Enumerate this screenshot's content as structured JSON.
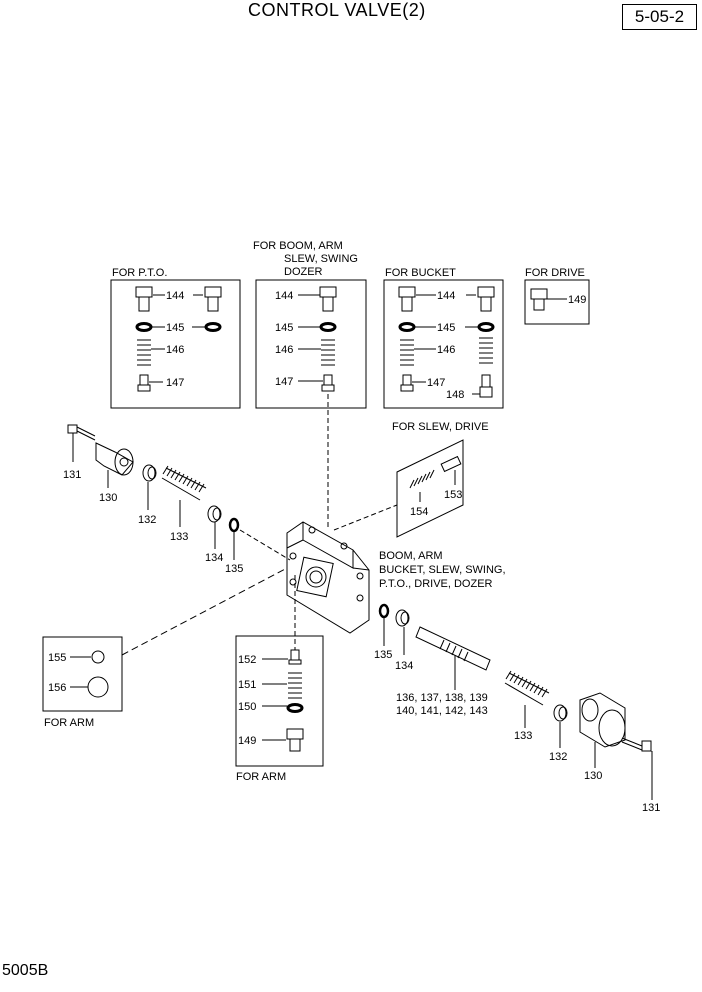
{
  "header": {
    "title": "CONTROL VALVE(2)",
    "page_code": "5-05-2"
  },
  "footer": {
    "code": "5005B"
  },
  "groups": {
    "pto": "FOR P.T.O.",
    "boom_line1": "FOR BOOM, ARM",
    "boom_line2": "SLEW, SWING",
    "boom_line3": "DOZER",
    "bucket": "FOR BUCKET",
    "drive": "FOR DRIVE",
    "slew_drive": "FOR SLEW, DRIVE",
    "arm_left": "FOR ARM",
    "arm_center": "FOR ARM",
    "body_line1": "BOOM, ARM",
    "body_line2": "BUCKET, SLEW, SWING,",
    "body_line3": "P.T.O., DRIVE, DOZER"
  },
  "part_numbers": {
    "p130": "130",
    "p131": "131",
    "p132": "132",
    "p133": "133",
    "p134": "134",
    "p135": "135",
    "p144": "144",
    "p145": "145",
    "p146": "146",
    "p147": "147",
    "p148": "148",
    "p149": "149",
    "p150": "150",
    "p151": "151",
    "p152": "152",
    "p153": "153",
    "p154": "154",
    "p155": "155",
    "p156": "156",
    "spool_line1": "136, 137, 138, 139",
    "spool_line2": "140, 141, 142, 143"
  }
}
